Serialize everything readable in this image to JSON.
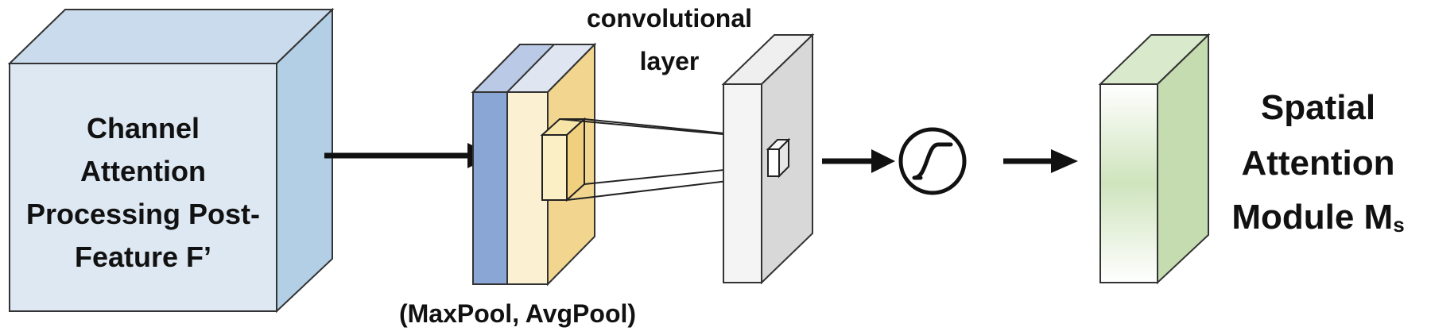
{
  "input_block": {
    "lines": [
      "Channel",
      "Attention",
      "Processing Post-",
      "Feature F’"
    ]
  },
  "conv_label": {
    "lines": [
      "convolutional",
      "layer"
    ]
  },
  "pool_label": "(MaxPool, AvgPool)",
  "output_title": {
    "lines": [
      "Spatial",
      "Attention",
      "Module M"
    ],
    "subscript": "s"
  },
  "colors": {
    "input_front": "#dde8f3",
    "input_side": "#b3cfe6",
    "input_top": "#c9dbec",
    "maxpool_front": "#8aa6d4",
    "avgpool_front": "#fbf1d2",
    "avgpool_side": "#f2d68f",
    "conv_front": "#f4f4f4",
    "conv_side": "#d8d8d8",
    "output_side": "#c4dcb0",
    "output_top": "#d9e9cc",
    "arrow": "#111111"
  }
}
